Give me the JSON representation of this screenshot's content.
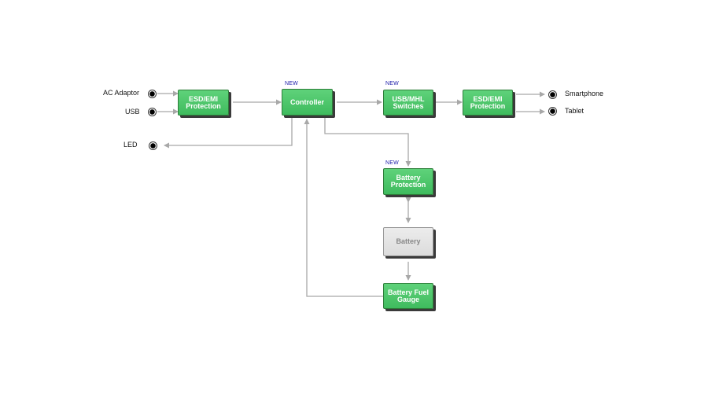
{
  "inputs": {
    "ac_adaptor": "AC Adaptor",
    "usb": "USB",
    "led": "LED"
  },
  "outputs": {
    "smartphone": "Smartphone",
    "tablet": "Tablet"
  },
  "badge": "NEW",
  "blocks": {
    "esd_in": "ESD/EMI\nProtection",
    "controller": "Controller",
    "usb_mhl": "USB/MHL\nSwitches",
    "esd_out": "ESD/EMI\nProtection",
    "battery_protection": "Battery\nProtection",
    "battery": "Battery",
    "fuel_gauge": "Battery Fuel\nGauge"
  },
  "colors": {
    "block_green": "#4cc56a",
    "block_grey": "#e3e3e3",
    "wire": "#a8a8a8",
    "badge": "#1a1aa8"
  }
}
